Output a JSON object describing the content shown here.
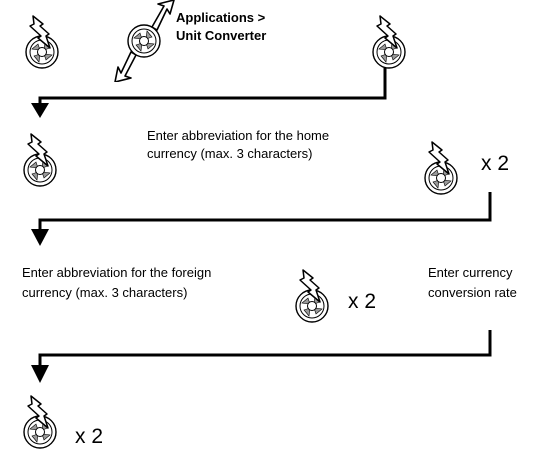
{
  "step1": {
    "menu_path_line1": "Applications >",
    "menu_path_line2": "Unit Converter"
  },
  "step2": {
    "instruction_line1": "Enter abbreviation for the home",
    "instruction_line2": "currency (max. 3 characters)",
    "repeat": "x 2"
  },
  "step3": {
    "instruction_line1": "Enter abbreviation for the foreign",
    "instruction_line2": "currency (max. 3 characters)",
    "repeat": "x 2",
    "rate_line1": "Enter currency",
    "rate_line2": "conversion rate"
  },
  "step4": {
    "repeat": "x 2"
  },
  "icons": {
    "press": "joystick-press-icon",
    "navigate": "joystick-navigate-icon"
  }
}
